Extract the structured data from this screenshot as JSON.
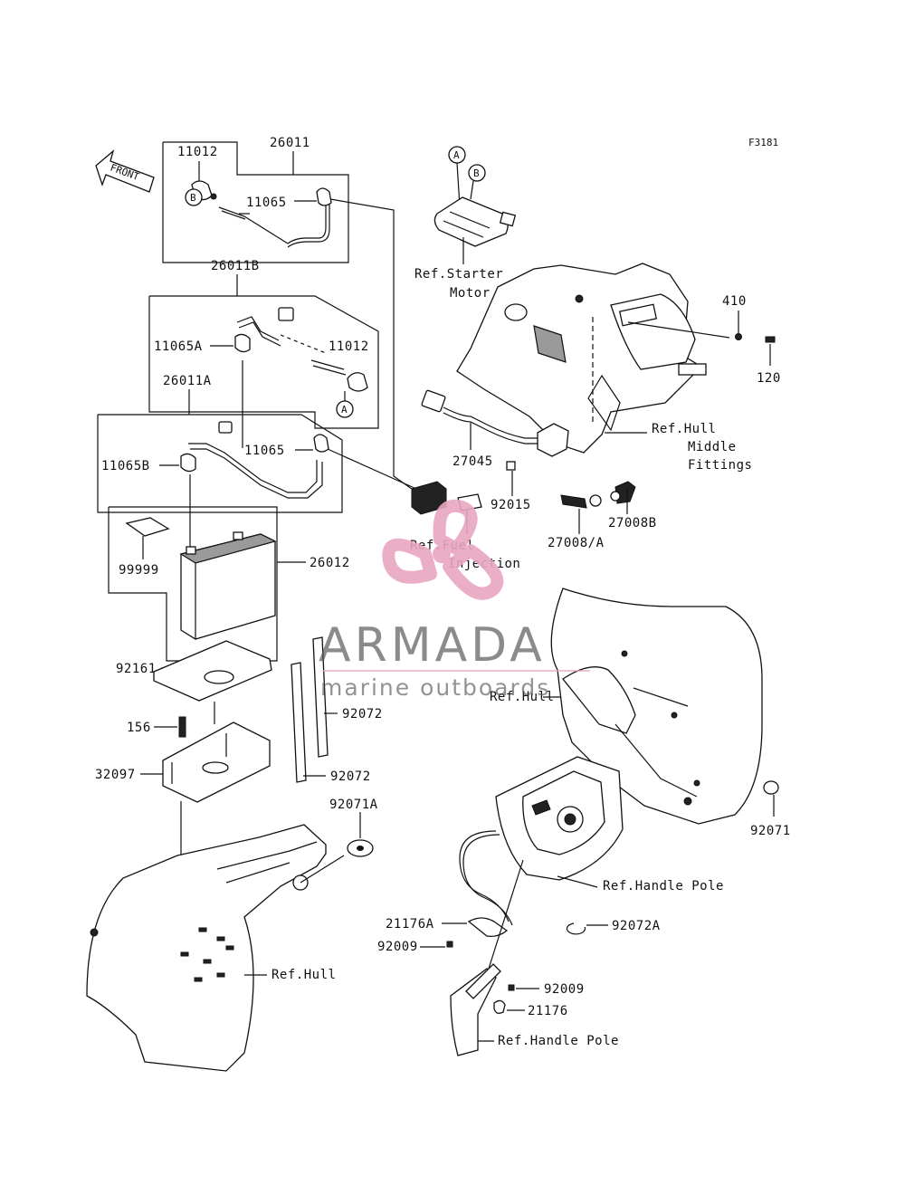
{
  "figure_code": "F3181",
  "front_arrow": "FRONT",
  "part_labels": {
    "p11012_top": "11012",
    "p26011": "26011",
    "p11065_top": "11065",
    "ref_b_top": "B",
    "ref_a_starter": "A",
    "ref_b_starter": "B",
    "ref_starter_motor_1": "Ref.Starter",
    "ref_starter_motor_2": "Motor",
    "p26011B": "26011B",
    "p11065A": "11065A",
    "p11012_mid": "11012",
    "ref_a_mid": "A",
    "p410": "410",
    "p120": "120",
    "p26011A": "26011A",
    "p11065_mid": "11065",
    "p11065B": "11065B",
    "ref_hull_middle_1": "Ref.Hull",
    "ref_hull_middle_2": "Middle",
    "ref_hull_middle_3": "Fittings",
    "p27045": "27045",
    "p92015": "92015",
    "p27008B": "27008B",
    "p27008A": "27008/A",
    "ref_fuel_1": "Ref.Fuel",
    "ref_fuel_2": "Injection",
    "p99999": "99999",
    "p26012": "26012",
    "p92161": "92161",
    "p92072_a": "92072",
    "p156": "156",
    "p32097": "32097",
    "p92072_b": "92072",
    "ref_hull_right": "Ref.Hull",
    "p92071A": "92071A",
    "p92071": "92071",
    "ref_handle_pole_1": "Ref.Handle Pole",
    "p21176A": "21176A",
    "p92072A": "92072A",
    "p92009_a": "92009",
    "p92009_b": "92009",
    "p21176": "21176",
    "ref_hull_bottom": "Ref.Hull",
    "ref_handle_pole_2": "Ref.Handle Pole"
  },
  "watermark": {
    "brand": "ARMADA",
    "tagline": "marine outboards"
  },
  "colors": {
    "line": "#111111",
    "watermark_pink": "#e9a6c2",
    "watermark_text": "#555555"
  }
}
